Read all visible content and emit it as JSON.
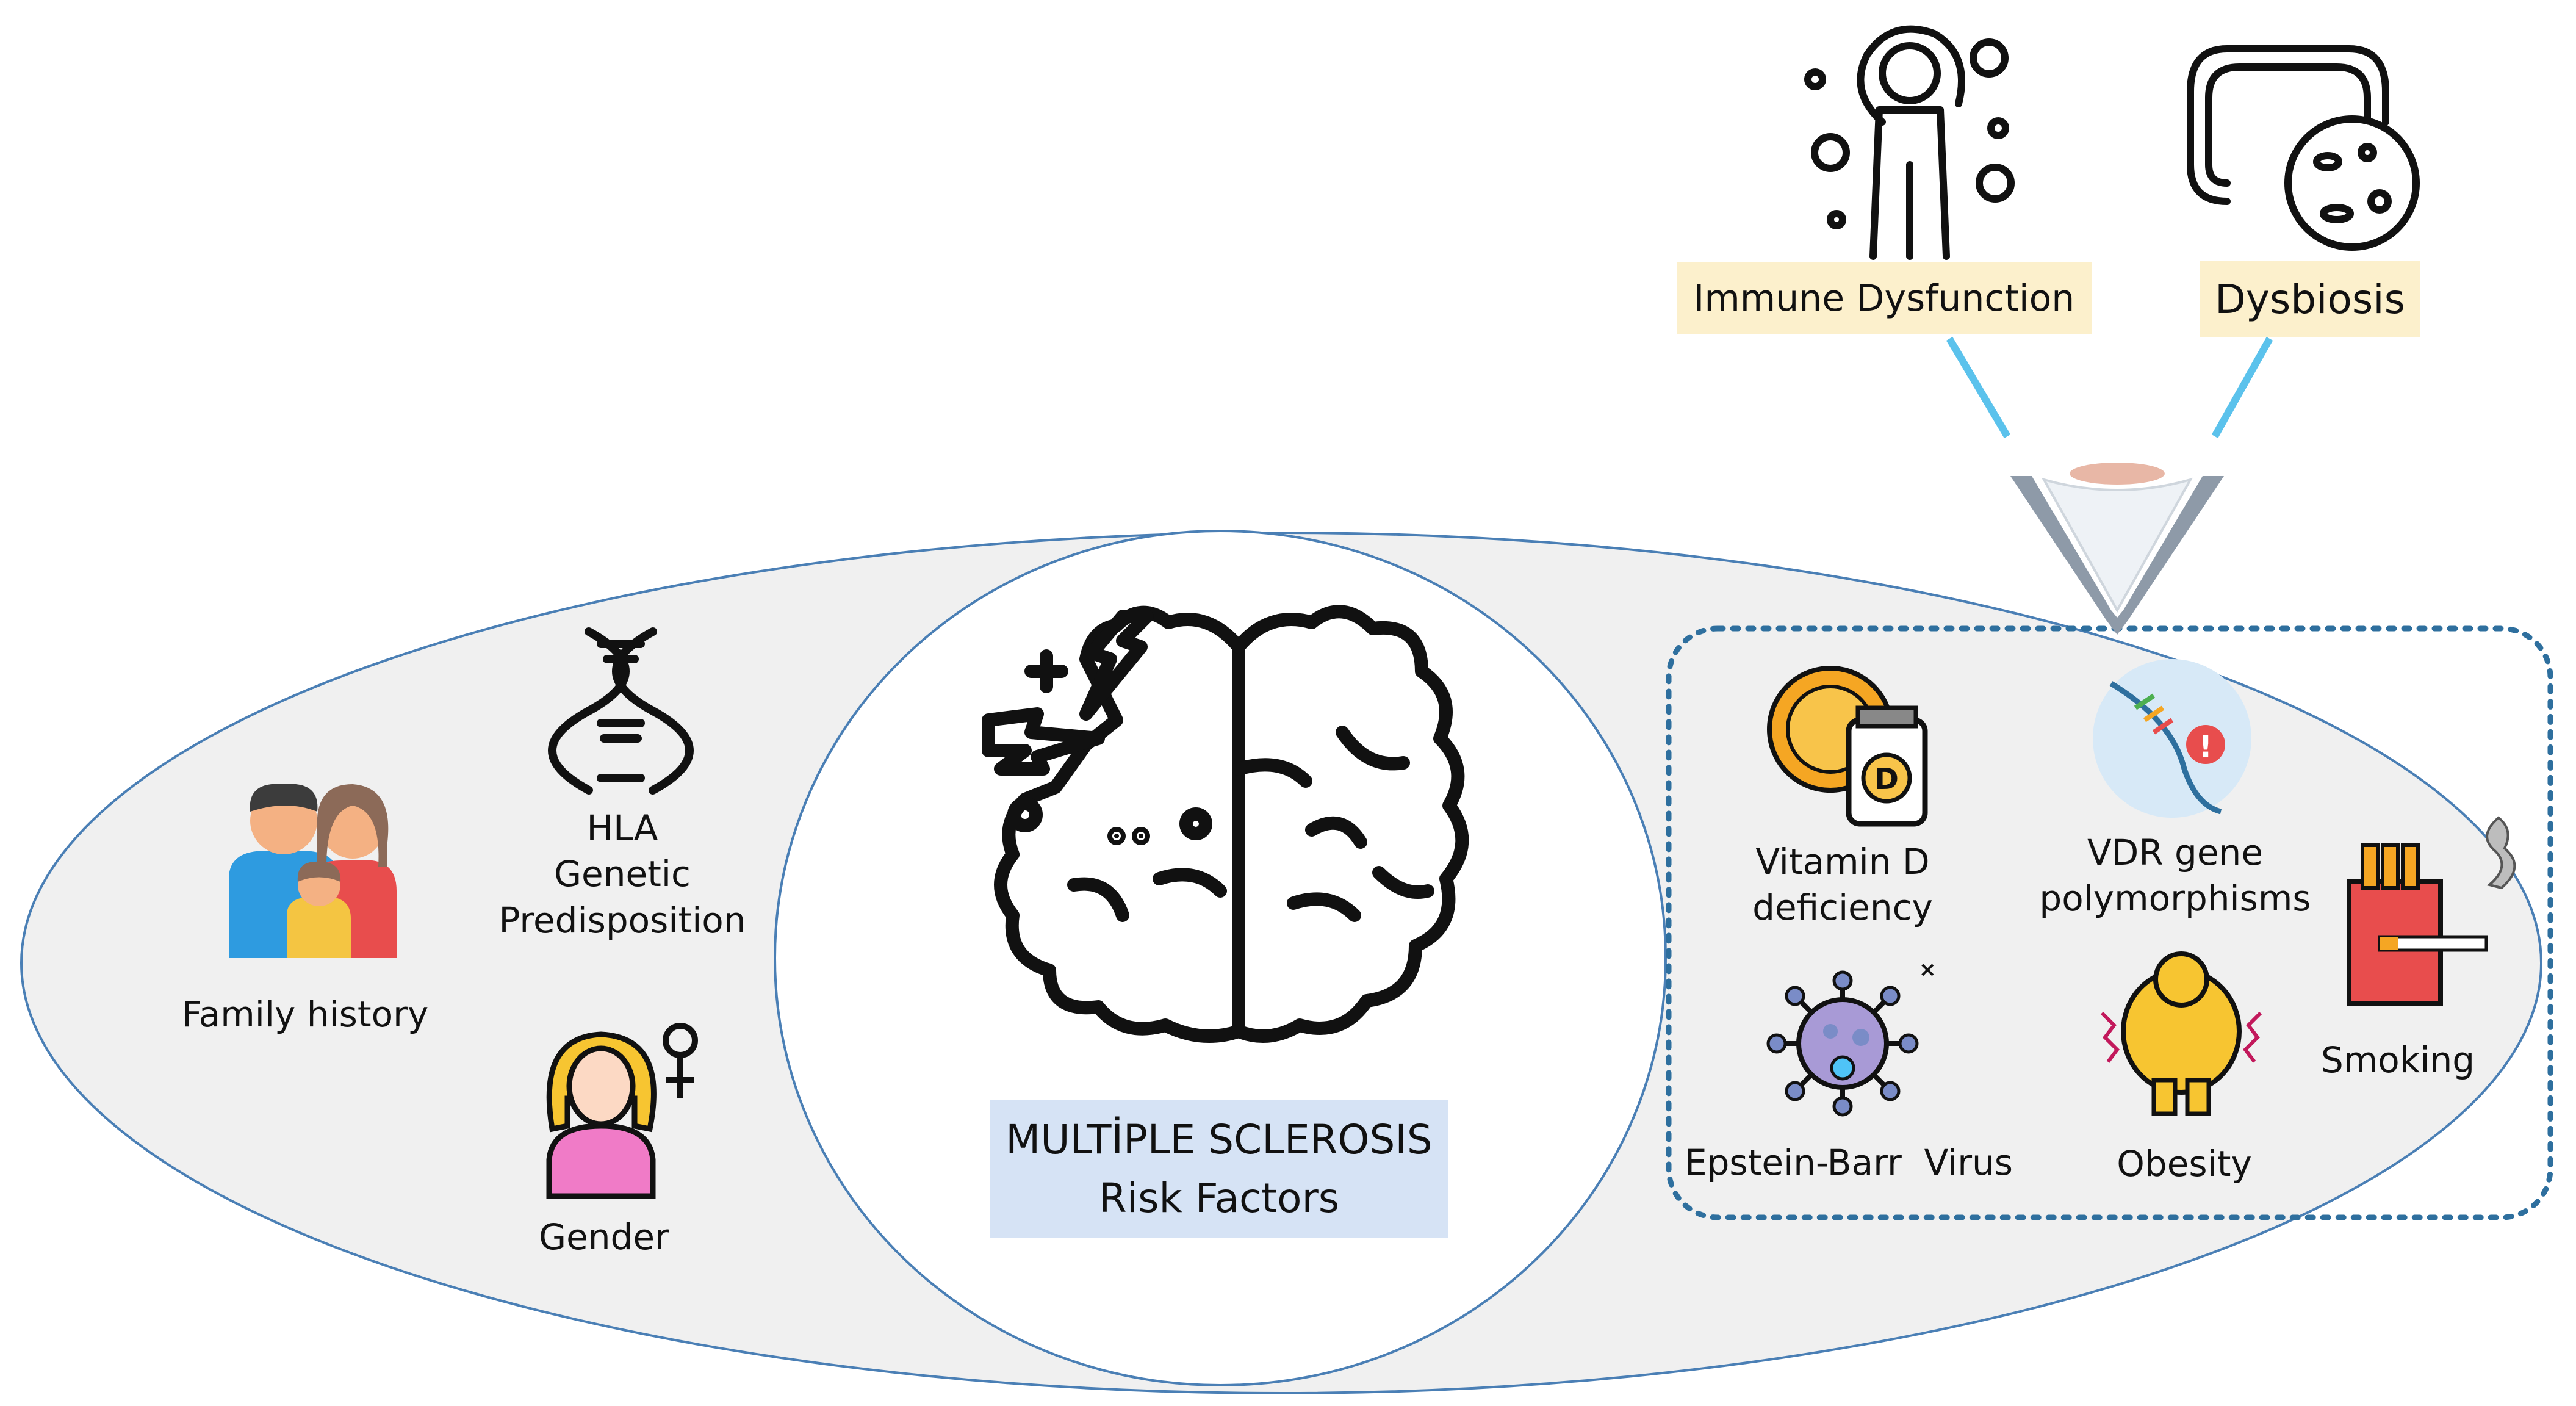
{
  "center": {
    "title": "MULTİPLE SCLEROSIS",
    "subtitle": "Risk Factors"
  },
  "left_factors": {
    "family_history": "Family history",
    "hla_line1": "HLA",
    "hla_line2": "Genetic",
    "hla_line3": "Predisposition",
    "gender": "Gender"
  },
  "right_factors": {
    "vitamin_d_line1": "Vitamin D",
    "vitamin_d_line2": "deficiency",
    "vdr_line1": "VDR gene",
    "vdr_line2": "polymorphisms",
    "smoking": "Smoking",
    "ebv": "Epstein-Barr  Virus",
    "obesity": "Obesity"
  },
  "top_factors": {
    "immune": "Immune Dysfunction",
    "dysbiosis": "Dysbiosis"
  },
  "colors": {
    "ellipse_fill": "#f0f0f0",
    "ellipse_stroke": "#4a7fb5",
    "dotted_border": "#2e6f9e",
    "center_box": "#d6e3f5",
    "tag_fill": "#fcf0cc",
    "funnel_lines": "#5bc2ec",
    "funnel": "#8e9aa8"
  }
}
